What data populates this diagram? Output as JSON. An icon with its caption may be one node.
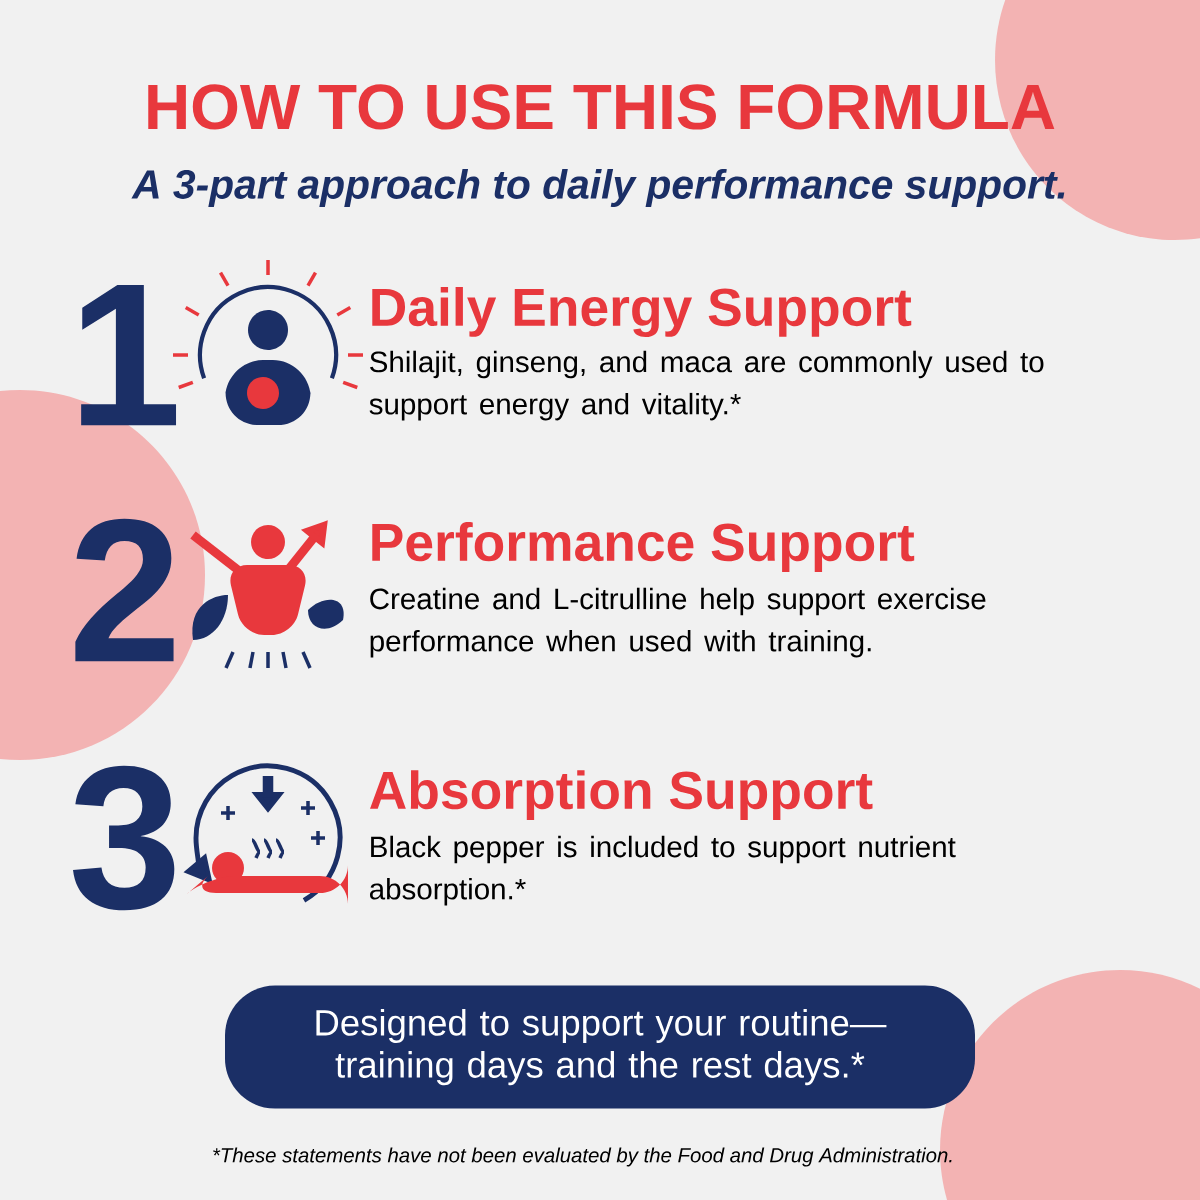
{
  "diagram": {
    "title": "HOW TO USE THIS FORMULA",
    "nodes": [
      {
        "text": [
          "Designed to support your routine— training days and the rest days.*"
        ]
      }
    ],
    "edges": [],
    "labels": [
      "A 3-part approach to daily performance support.",
      "1",
      "Daily Energy Support",
      "Shilajit, ginseng, and maca are commonly used to support energy and vitality.*",
      "2",
      "Performance Support",
      "Creatine and L-citrulline help support exercise performance when used with training.",
      "3",
      "Absorption Support",
      "Black pepper is included to support nutrient absorption.*",
      "*These statements have not been evaluated by the Food and Drug Administration."
    ]
  }
}
